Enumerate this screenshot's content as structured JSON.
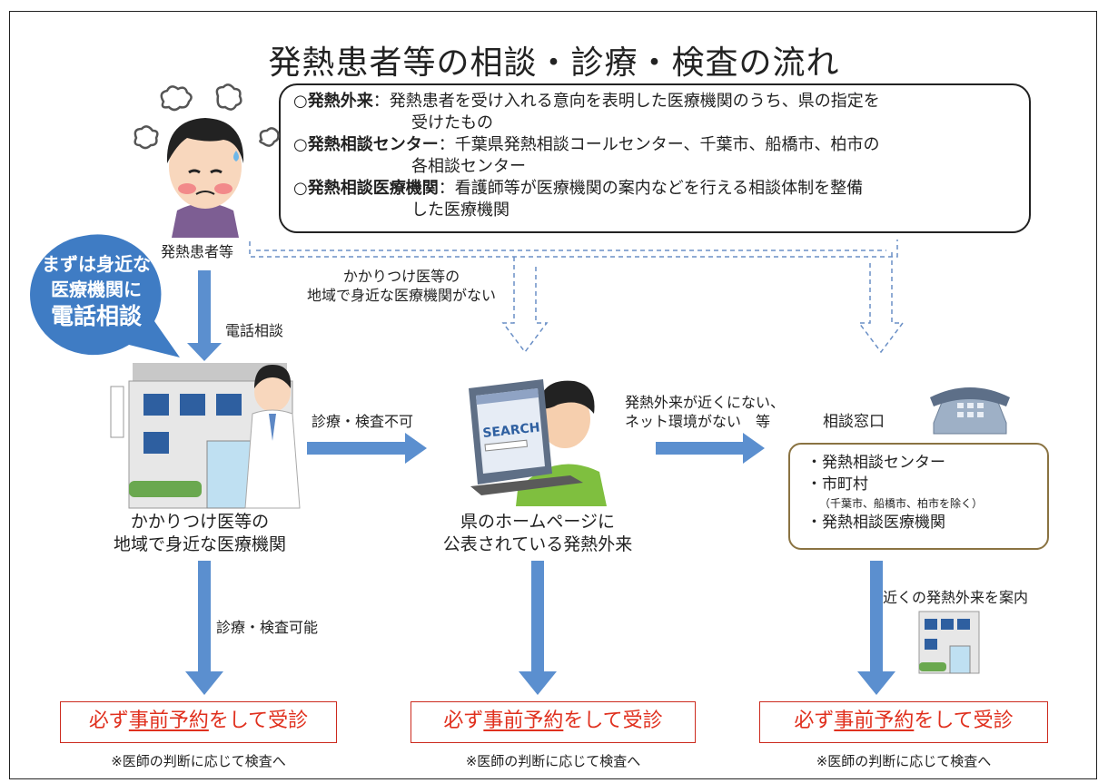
{
  "title": "発熱患者等の相談・診療・検査の流れ",
  "definitions": [
    {
      "term": "発熱外来",
      "text_line1": "：発熱患者を受け入れる意向を表明した医療機関のうち、県の指定を",
      "text_line2": "受けたもの"
    },
    {
      "term": "発熱相談センター",
      "text_line1": "：千葉県発熱相談コールセンター、千葉市、船橋市、柏市の",
      "text_line2": "各相談センター"
    },
    {
      "term": "発熱相談医療機関",
      "text_line1": "：看護師等が医療機関の案内などを行える相談体制を整備",
      "text_line2": "した医療機関"
    }
  ],
  "bullet_mark": "○",
  "patient_label": "発熱患者等",
  "bubble": {
    "line1": "まずは身近な",
    "line2": "医療機関に",
    "line3": "電話相談"
  },
  "phone_consult_label": "電話相談",
  "no_local_label": {
    "line1": "かかりつけ医等の",
    "line2": "地域で身近な医療機関がない"
  },
  "not_possible_label": "診療・検査不可",
  "far_label": {
    "line1": "発熱外来が近くにない、",
    "line2": "ネット環境がない　等"
  },
  "local_clinic": {
    "line1": "かかりつけ医等の",
    "line2": "地域で身近な医療機関"
  },
  "homepage": {
    "line1": "県のホームページに",
    "line2": "公表されている発熱外来"
  },
  "counter_title": "相談窓口",
  "counter_items": {
    "item1": "・発熱相談センター",
    "item2": "・市町村",
    "item2_note": "（千葉市、船橋市、柏市を除く）",
    "item3": "・発熱相談医療機関"
  },
  "possible_label": "診療・検査可能",
  "guide_label": "近くの発熱外来を案内",
  "reserve": {
    "part1": "必ず",
    "underlined": "事前予約",
    "part2": "をして受診"
  },
  "note": "※医師の判断に応じて検査へ",
  "search_text": "SEARCH",
  "colors": {
    "arrow": "#5b8fcf",
    "dashed": "#6a8fc6",
    "bubble": "#3f7cc4",
    "red": "#e0301e",
    "counter_border": "#8a7342"
  }
}
